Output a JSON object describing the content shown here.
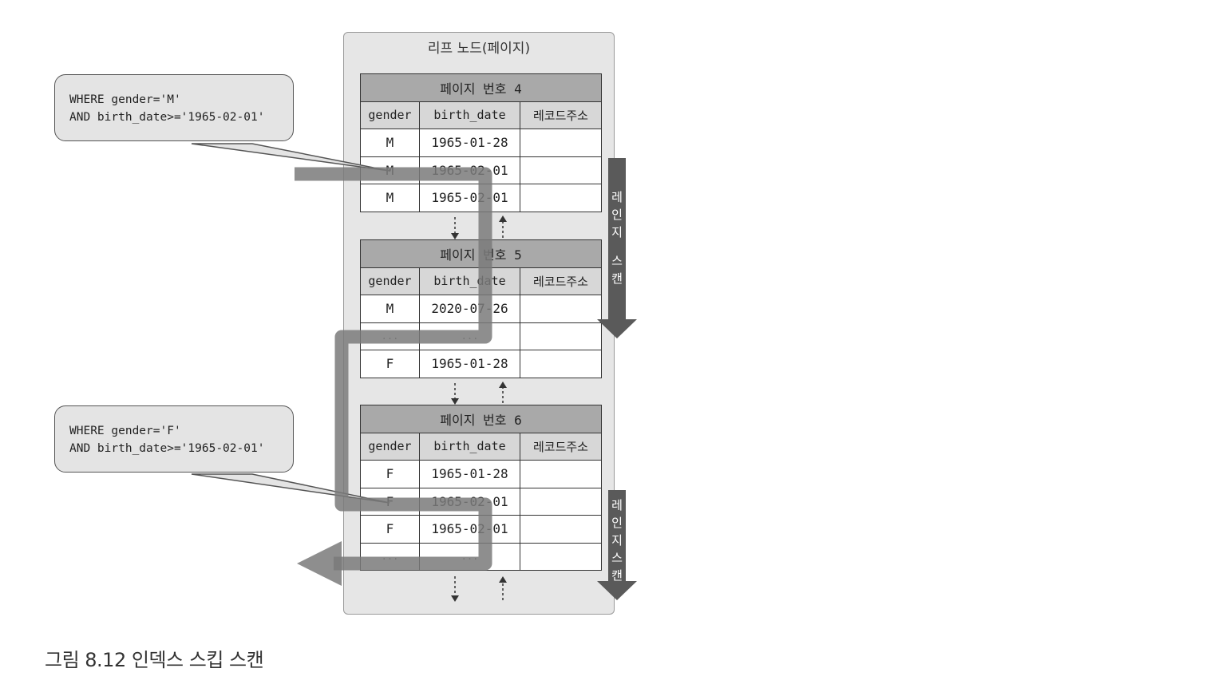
{
  "leaf_node_title": "리프 노드(페이지)",
  "columns": [
    "gender",
    "birth_date",
    "레코드주소"
  ],
  "pages": [
    {
      "title": "페이지 번호 4",
      "rows": [
        [
          "M",
          "1965-01-28",
          ""
        ],
        [
          "M",
          "1965-02-01",
          ""
        ],
        [
          "M",
          "1965-02-01",
          ""
        ]
      ]
    },
    {
      "title": "페이지 번호 5",
      "rows": [
        [
          "M",
          "2020-07-26",
          ""
        ],
        [
          "...",
          "...",
          ""
        ],
        [
          "F",
          "1965-01-28",
          ""
        ]
      ]
    },
    {
      "title": "페이지 번호 6",
      "rows": [
        [
          "F",
          "1965-01-28",
          ""
        ],
        [
          "F",
          "1965-02-01",
          ""
        ],
        [
          "F",
          "1965-02-01",
          ""
        ],
        [
          "...",
          "...",
          ""
        ]
      ]
    }
  ],
  "callouts": [
    {
      "line1": "WHERE gender='M'",
      "line2": "AND birth_date>='1965-02-01'"
    },
    {
      "line1": "WHERE gender='F'",
      "line2": "AND birth_date>='1965-02-01'"
    }
  ],
  "range_scan_labels": [
    "레인지 스캔",
    "레인지스캔"
  ],
  "caption": "그림 8.12 인덱스 스킵 스캔",
  "colors": {
    "scan_path": "#7a7a7a",
    "range_arrow": "#5a5a5a",
    "page_header": "#a9a9a9",
    "column_header": "#d7d7d7",
    "container": "#e6e6e6"
  }
}
